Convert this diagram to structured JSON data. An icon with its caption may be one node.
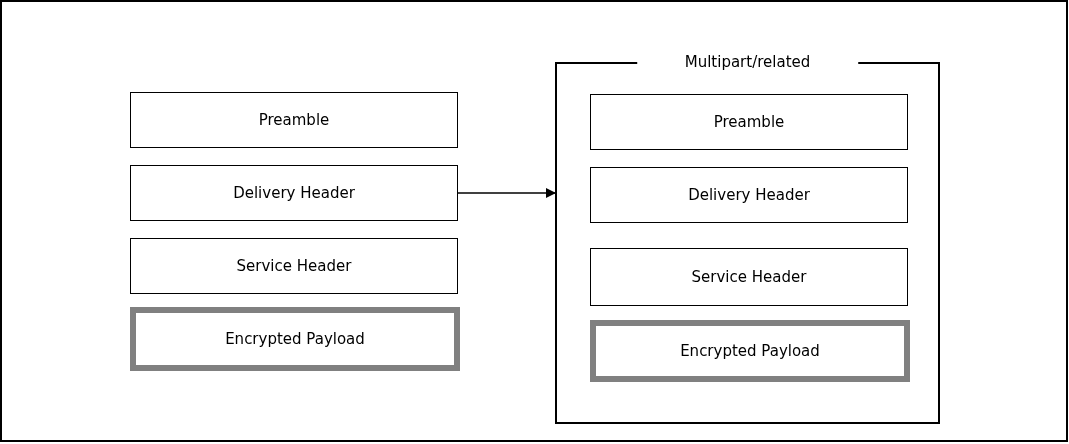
{
  "diagram": {
    "nodes": [
      {
        "text": [
          "Preamble"
        ]
      },
      {
        "text": [
          "Delivery Header"
        ]
      },
      {
        "text": [
          "Service Header"
        ]
      },
      {
        "text": [
          "Encrypted Payload"
        ]
      },
      {
        "text": [
          "Multipart/related"
        ]
      },
      {
        "text": [
          "Preamble"
        ],
        "in": 4
      },
      {
        "text": [
          "Delivery Header"
        ],
        "in": 4
      },
      {
        "text": [
          "Service Header"
        ],
        "in": 4
      },
      {
        "text": [
          "Encrypted Payload"
        ],
        "in": 4
      }
    ],
    "edges": [
      {
        "from": 1,
        "to": 4,
        "arrow": "to"
      }
    ]
  }
}
